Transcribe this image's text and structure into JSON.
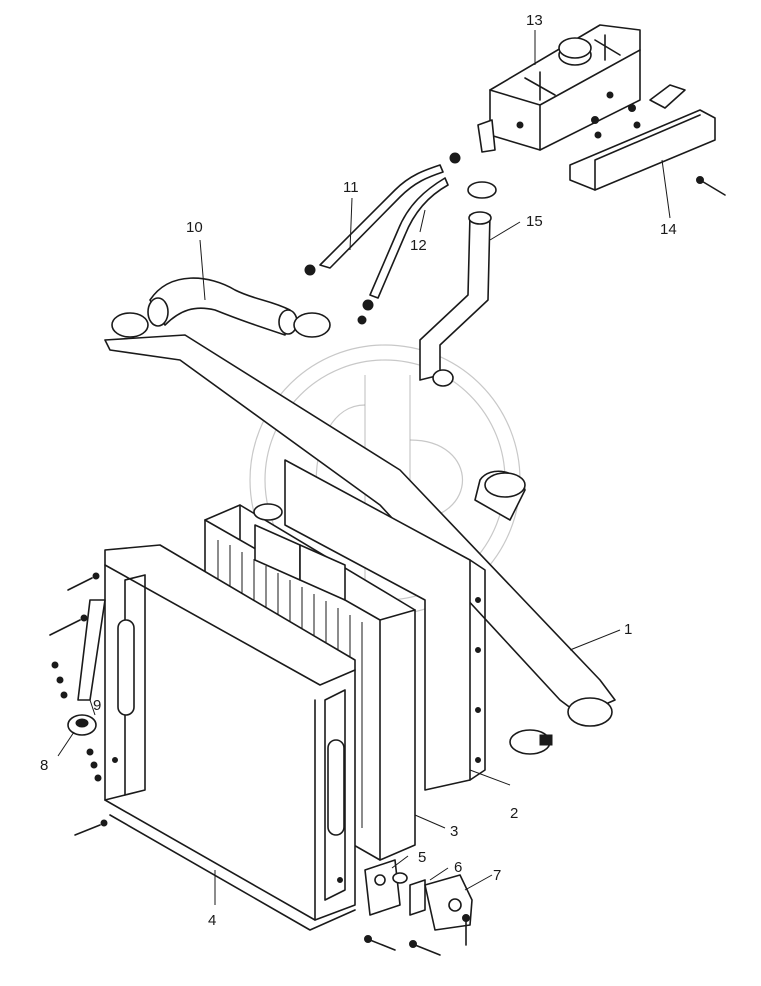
{
  "callouts": [
    {
      "label": "1"
    },
    {
      "label": "2"
    },
    {
      "label": "3"
    },
    {
      "label": "4"
    },
    {
      "label": "5"
    },
    {
      "label": "6"
    },
    {
      "label": "7"
    },
    {
      "label": "8"
    },
    {
      "label": "9"
    },
    {
      "label": "10"
    },
    {
      "label": "11"
    },
    {
      "label": "12"
    },
    {
      "label": "13"
    },
    {
      "label": "14"
    },
    {
      "label": "15"
    }
  ],
  "colors": {
    "line": "#1a1a1a",
    "background": "#ffffff",
    "watermark": "#9a9a9a"
  }
}
